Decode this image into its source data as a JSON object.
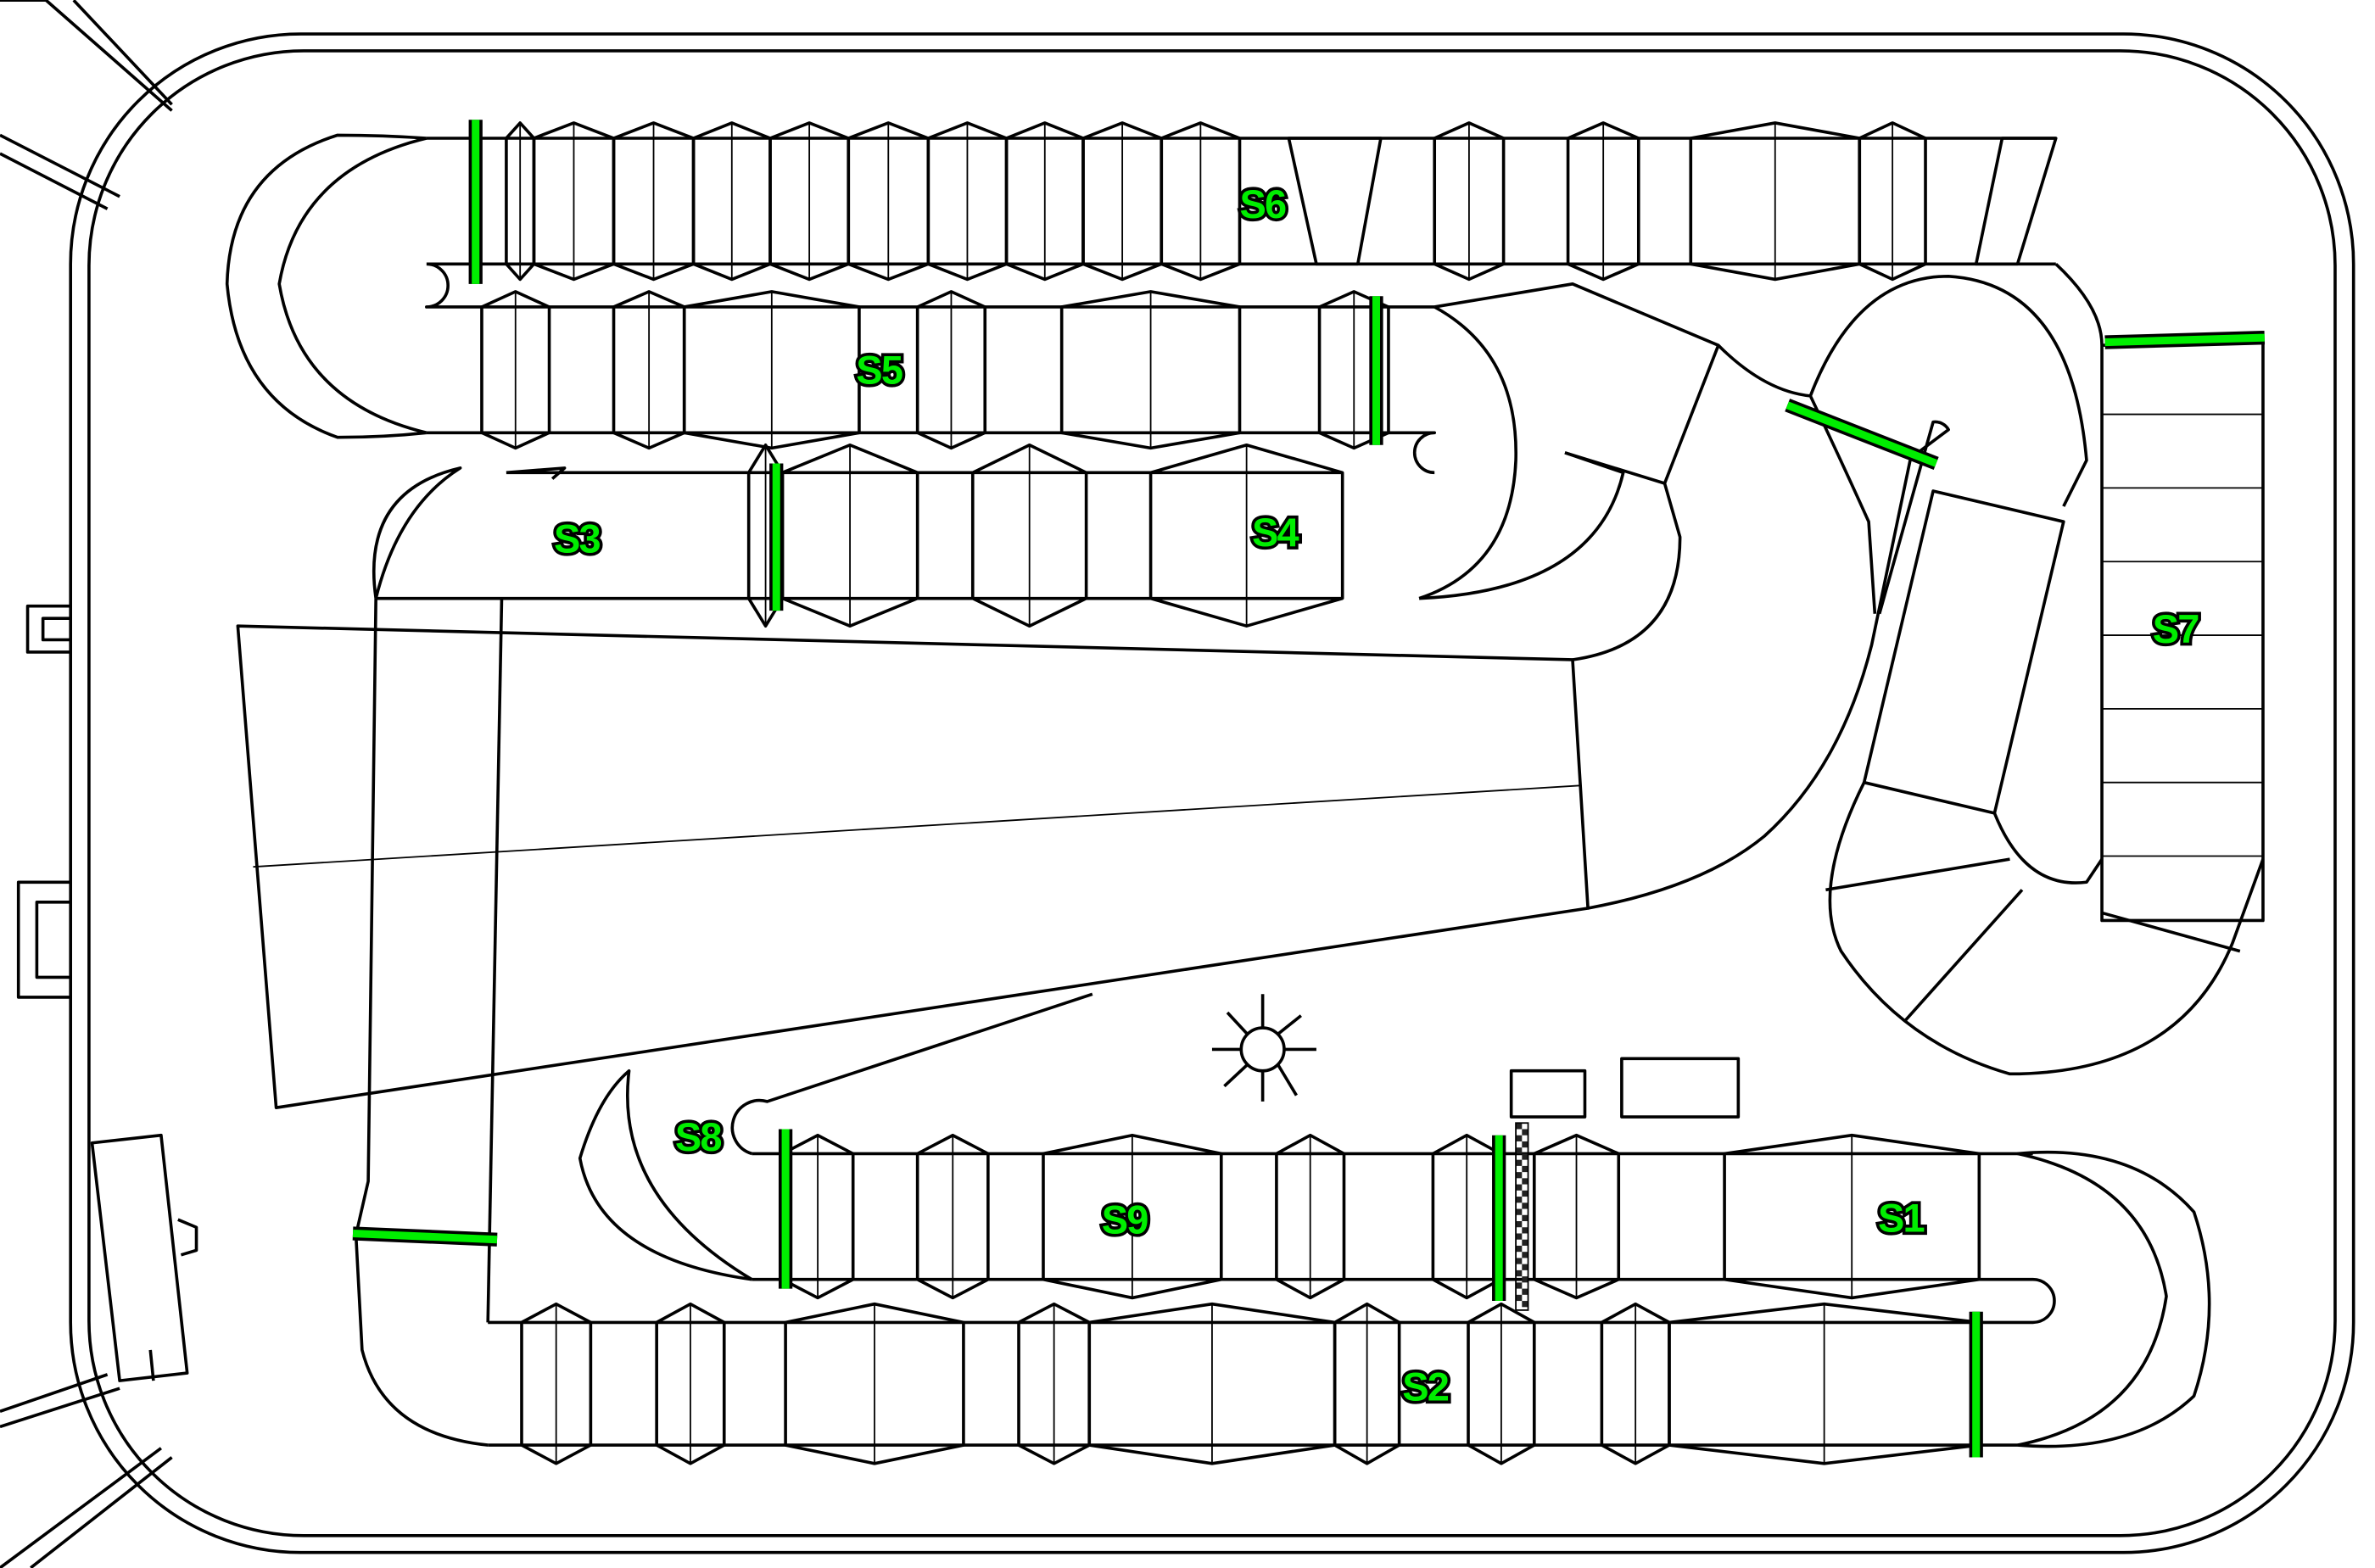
{
  "colors": {
    "marker": "#00ee00",
    "line": "#000000",
    "background": "#ffffff"
  },
  "sections": [
    {
      "id": "S1",
      "label": "S1"
    },
    {
      "id": "S2",
      "label": "S2"
    },
    {
      "id": "S3",
      "label": "S3"
    },
    {
      "id": "S4",
      "label": "S4"
    },
    {
      "id": "S5",
      "label": "S5"
    },
    {
      "id": "S6",
      "label": "S6"
    },
    {
      "id": "S7",
      "label": "S7"
    },
    {
      "id": "S8",
      "label": "S8"
    },
    {
      "id": "S9",
      "label": "S9"
    }
  ]
}
